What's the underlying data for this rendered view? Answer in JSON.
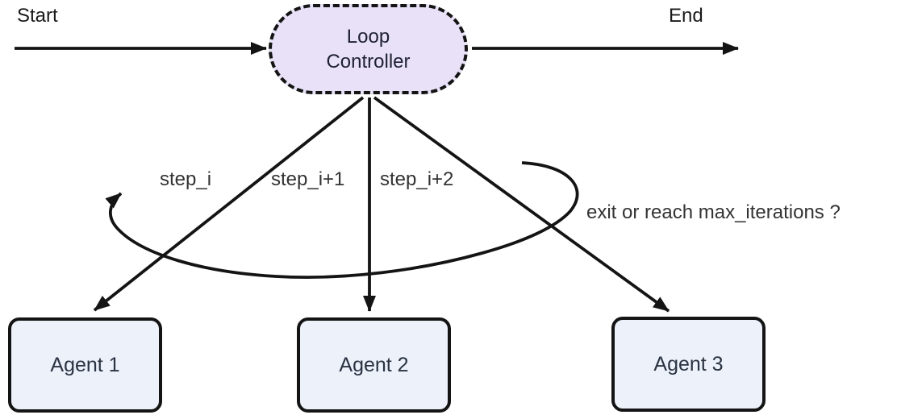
{
  "diagram": {
    "start_label": "Start",
    "end_label": "End",
    "loop_controller_label": "Loop Controller",
    "edge_labels": [
      "step_i",
      "step_i+1",
      "step_i+2"
    ],
    "loop_condition_label": "exit or reach max_iterations ?",
    "agents": [
      {
        "label": "Agent 1"
      },
      {
        "label": "Agent 2"
      },
      {
        "label": "Agent 3"
      }
    ],
    "colors": {
      "controller_fill": "#E8E1F7",
      "agent_fill": "#ECF1FA",
      "stroke": "#141414",
      "edge_label_color": "#333333"
    }
  }
}
